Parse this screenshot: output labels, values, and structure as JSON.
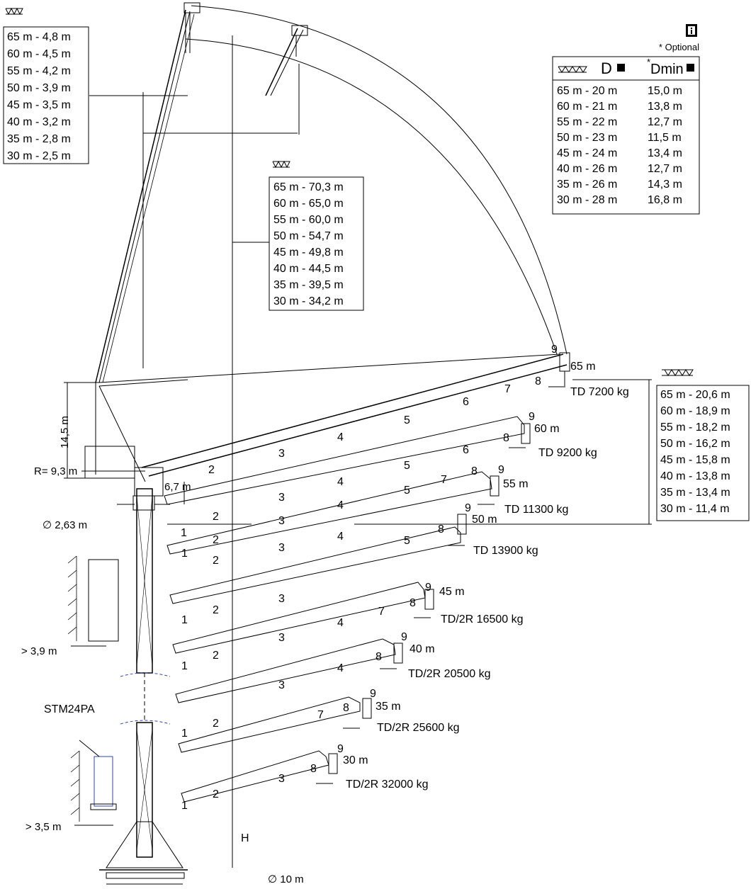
{
  "optional_note": "* Optional",
  "info_icon": "info-icon",
  "jib_icon": "jib-lattice-icon",
  "table_tip_dims": {
    "rows": [
      "65 m - 4,8 m",
      "60 m - 4,5 m",
      "55 m - 4,2 m",
      "50 m - 3,9 m",
      "45 m - 3,5 m",
      "40 m - 3,2 m",
      "35 m - 2,8 m",
      "30 m - 2,5 m"
    ]
  },
  "table_heights": {
    "rows": [
      "65 m - 70,3 m",
      "60 m - 65,0 m",
      "55 m - 60,0 m",
      "50 m - 54,7 m",
      "45 m - 49,8 m",
      "40 m - 44,5 m",
      "35 m - 39,5 m",
      "30 m - 34,2 m"
    ]
  },
  "table_d": {
    "header_d": "D",
    "header_dmin_star": "*",
    "header_dmin": "Dmin",
    "rows": [
      {
        "jib": "65 m - 20 m",
        "dmin": "15,0 m"
      },
      {
        "jib": "60 m - 21 m",
        "dmin": "13,8 m"
      },
      {
        "jib": "55 m - 22 m",
        "dmin": "12,7 m"
      },
      {
        "jib": "50 m - 23 m",
        "dmin": "11,5 m"
      },
      {
        "jib": "45 m - 24 m",
        "dmin": "13,4 m"
      },
      {
        "jib": "40 m - 26 m",
        "dmin": "12,7 m"
      },
      {
        "jib": "35 m - 26 m",
        "dmin": "14,3 m"
      },
      {
        "jib": "30 m - 28 m",
        "dmin": "16,8 m"
      }
    ]
  },
  "table_right": {
    "rows": [
      "65 m - 20,6 m",
      "60 m - 18,9 m",
      "55 m - 18,2 m",
      "50 m - 16,2 m",
      "45 m - 15,8 m",
      "40 m - 13,8 m",
      "35 m - 13,4 m",
      "30 m - 11,4 m"
    ]
  },
  "jibs": [
    {
      "length": "65 m",
      "load": "TD  7200 kg",
      "sections": [
        "2",
        "3",
        "4",
        "5",
        "6",
        "7",
        "8",
        "9"
      ]
    },
    {
      "length": "60 m",
      "load": "TD  9200 kg",
      "sections": [
        "2",
        "3",
        "4",
        "5",
        "6",
        "8",
        "9"
      ]
    },
    {
      "length": "55 m",
      "load": "TD  11300 kg",
      "sections": [
        "1",
        "2",
        "3",
        "4",
        "5",
        "7",
        "8",
        "9"
      ]
    },
    {
      "length": "50 m",
      "load": "TD  13900 kg",
      "sections": [
        "1",
        "2",
        "3",
        "4",
        "5",
        "8",
        "9"
      ]
    },
    {
      "length": "45 m",
      "load": "TD/2R  16500 kg",
      "sections": [
        "1",
        "2",
        "3",
        "4",
        "7",
        "8",
        "9"
      ]
    },
    {
      "length": "40 m",
      "load": "TD/2R  20500 kg",
      "sections": [
        "1",
        "2",
        "3",
        "4",
        "8",
        "9"
      ]
    },
    {
      "length": "35 m",
      "load": "TD/2R  25600 kg",
      "sections": [
        "1",
        "2",
        "3",
        "7",
        "8",
        "9"
      ]
    },
    {
      "length": "30 m",
      "load": "TD/2R  32000 kg",
      "sections": [
        "1",
        "2",
        "3",
        "8",
        "9"
      ]
    }
  ],
  "dims": {
    "height_145": "14,5 m",
    "radius": "R= 9,3 m",
    "d67": "6,7 m",
    "mast": "∅ 2,63 m",
    "clear_39": "> 3,9 m",
    "clear_35": "> 3,5 m",
    "base": "∅ 10 m",
    "h": "H",
    "stm": "STM24PA"
  }
}
